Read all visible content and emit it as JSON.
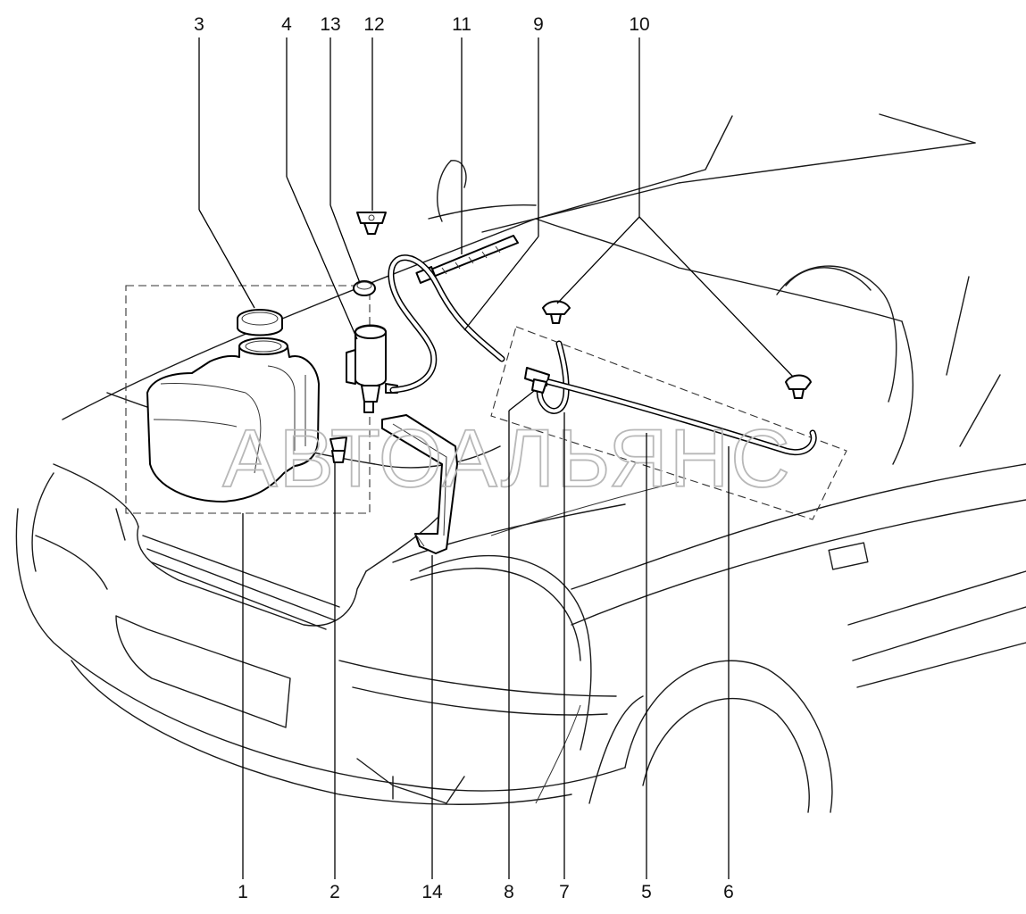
{
  "watermark": "АВТОАЛЬЯНС",
  "callouts": {
    "c1": "1",
    "c2": "2",
    "c3": "3",
    "c4": "4",
    "c5": "5",
    "c6": "6",
    "c7": "7",
    "c8": "8",
    "c9": "9",
    "c10": "10",
    "c11": "11",
    "c12": "12",
    "c13": "13",
    "c14": "14"
  }
}
